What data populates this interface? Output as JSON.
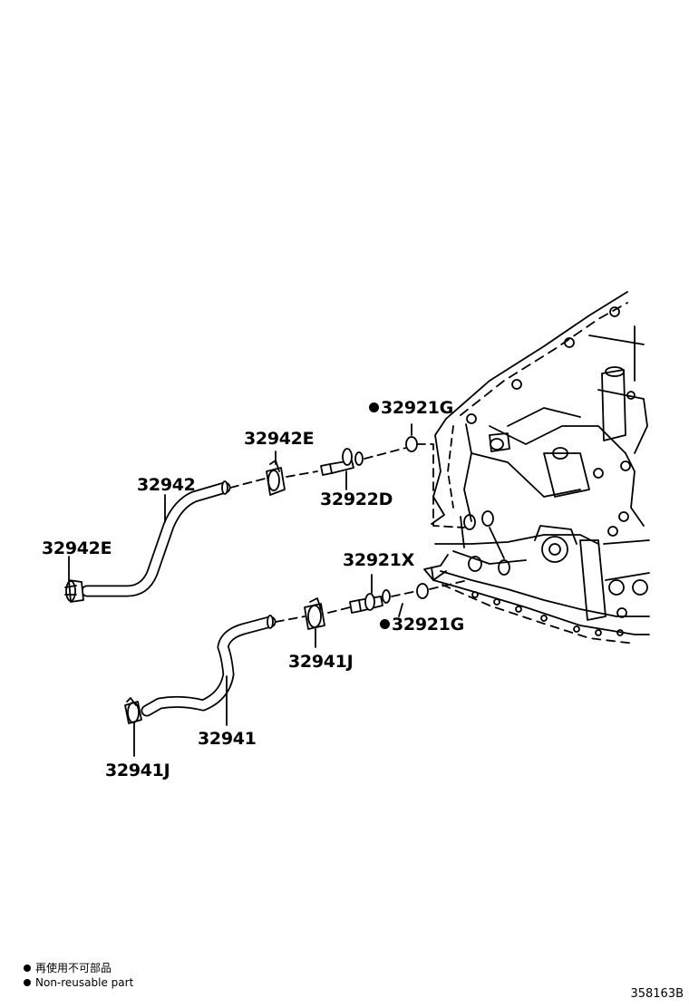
{
  "parts": {
    "p32942E_top": "32942E",
    "p32942": "32942",
    "p32942E_left": "32942E",
    "p32921G_top": "32921G",
    "p32922D": "32922D",
    "p32921X": "32921X",
    "p32921G_bottom": "32921G",
    "p32941J_right": "32941J",
    "p32941": "32941",
    "p32941J_left": "32941J"
  },
  "legend": {
    "jp": "再使用不可部品",
    "en": "Non-reusable part"
  },
  "diagram_code": "358163B",
  "colors": {
    "ink": "#000000",
    "paper": "#ffffff"
  }
}
